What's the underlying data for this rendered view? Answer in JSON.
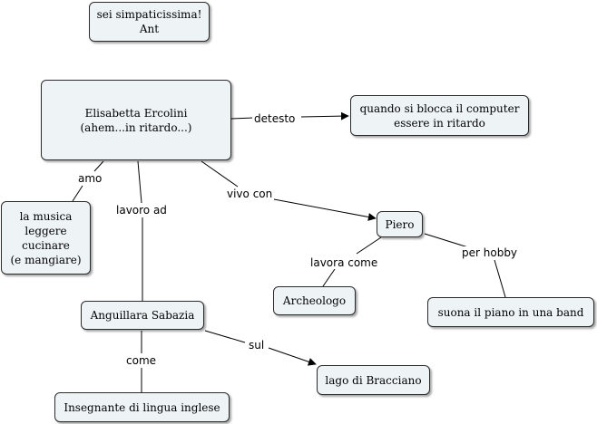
{
  "nodes": {
    "note": "sei simpaticissima!\nAnt",
    "elisabetta": "Elisabetta Ercolini\n(ahem...in ritardo...)",
    "computer": "quando si blocca il computer\nessere in ritardo",
    "musica": "la musica\nleggere\ncucinare\n(e mangiare)",
    "piero": "Piero",
    "archeologo": "Archeologo",
    "piano": "suona il piano in una band",
    "anguillara": "Anguillara Sabazia",
    "lago": "lago di Bracciano",
    "insegnante": "Insegnante di lingua inglese"
  },
  "links": {
    "detesto": "detesto",
    "amo": "amo",
    "lavoro_ad": "lavoro ad",
    "vivo_con": "vivo con",
    "lavora_come": "lavora come",
    "per_hobby": "per hobby",
    "sul": "sul",
    "come": "come"
  }
}
